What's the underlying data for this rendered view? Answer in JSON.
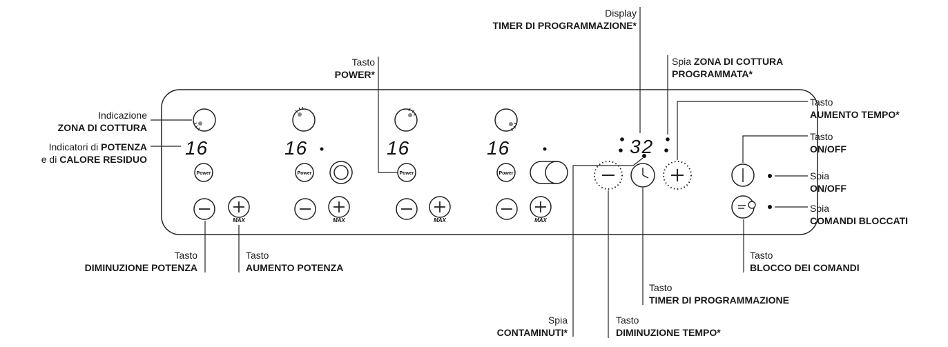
{
  "display": {
    "digits": "32"
  },
  "zones": [
    {
      "level": "16",
      "power_label": "Power",
      "max_label": "MAX"
    },
    {
      "level": "16",
      "power_label": "Power",
      "max_label": "MAX"
    },
    {
      "level": "16",
      "power_label": "Power",
      "max_label": "MAX"
    },
    {
      "level": "16",
      "power_label": "Power",
      "max_label": "MAX"
    }
  ],
  "labels": {
    "display_timer": {
      "l1": "Display",
      "l2": "TIMER DI PROGRAMMAZIONE*"
    },
    "power_key": {
      "l1": "Tasto",
      "l2": "POWER*"
    },
    "zone_prog": {
      "pre": "Spia ",
      "b1": "ZONA DI COTTURA",
      "b2": "PROGRAMMATA*"
    },
    "time_up": {
      "l1": "Tasto",
      "l2": "AUMENTO TEMPO*"
    },
    "onoff_key": {
      "l1": "Tasto",
      "l2": "ON/OFF"
    },
    "onoff_led": {
      "l1": "Spia",
      "l2": "ON/OFF"
    },
    "lock_led": {
      "l1": "Spia",
      "l2": "COMANDI BLOCCATI"
    },
    "zone_indicator": {
      "l1": "Indicazione",
      "l2": "ZONA DI COTTURA"
    },
    "power_indicators": {
      "a": "Indicatori di ",
      "b": "POTENZA",
      "c": "e di ",
      "d": "CALORE RESIDUO"
    },
    "power_down": {
      "l1": "Tasto",
      "l2": "DIMINUZIONE POTENZA"
    },
    "power_up": {
      "l1": "Tasto",
      "l2": "AUMENTO POTENZA"
    },
    "lock_key": {
      "l1": "Tasto",
      "l2": "BLOCCO DEI COMANDI"
    },
    "timer_key": {
      "l1": "Tasto",
      "l2": "TIMER DI PROGRAMMAZIONE"
    },
    "minute_led": {
      "l1": "Spia",
      "l2": "CONTAMINUTI*"
    },
    "time_down": {
      "l1": "Tasto",
      "l2": "DIMINUZIONE TEMPO*"
    }
  }
}
